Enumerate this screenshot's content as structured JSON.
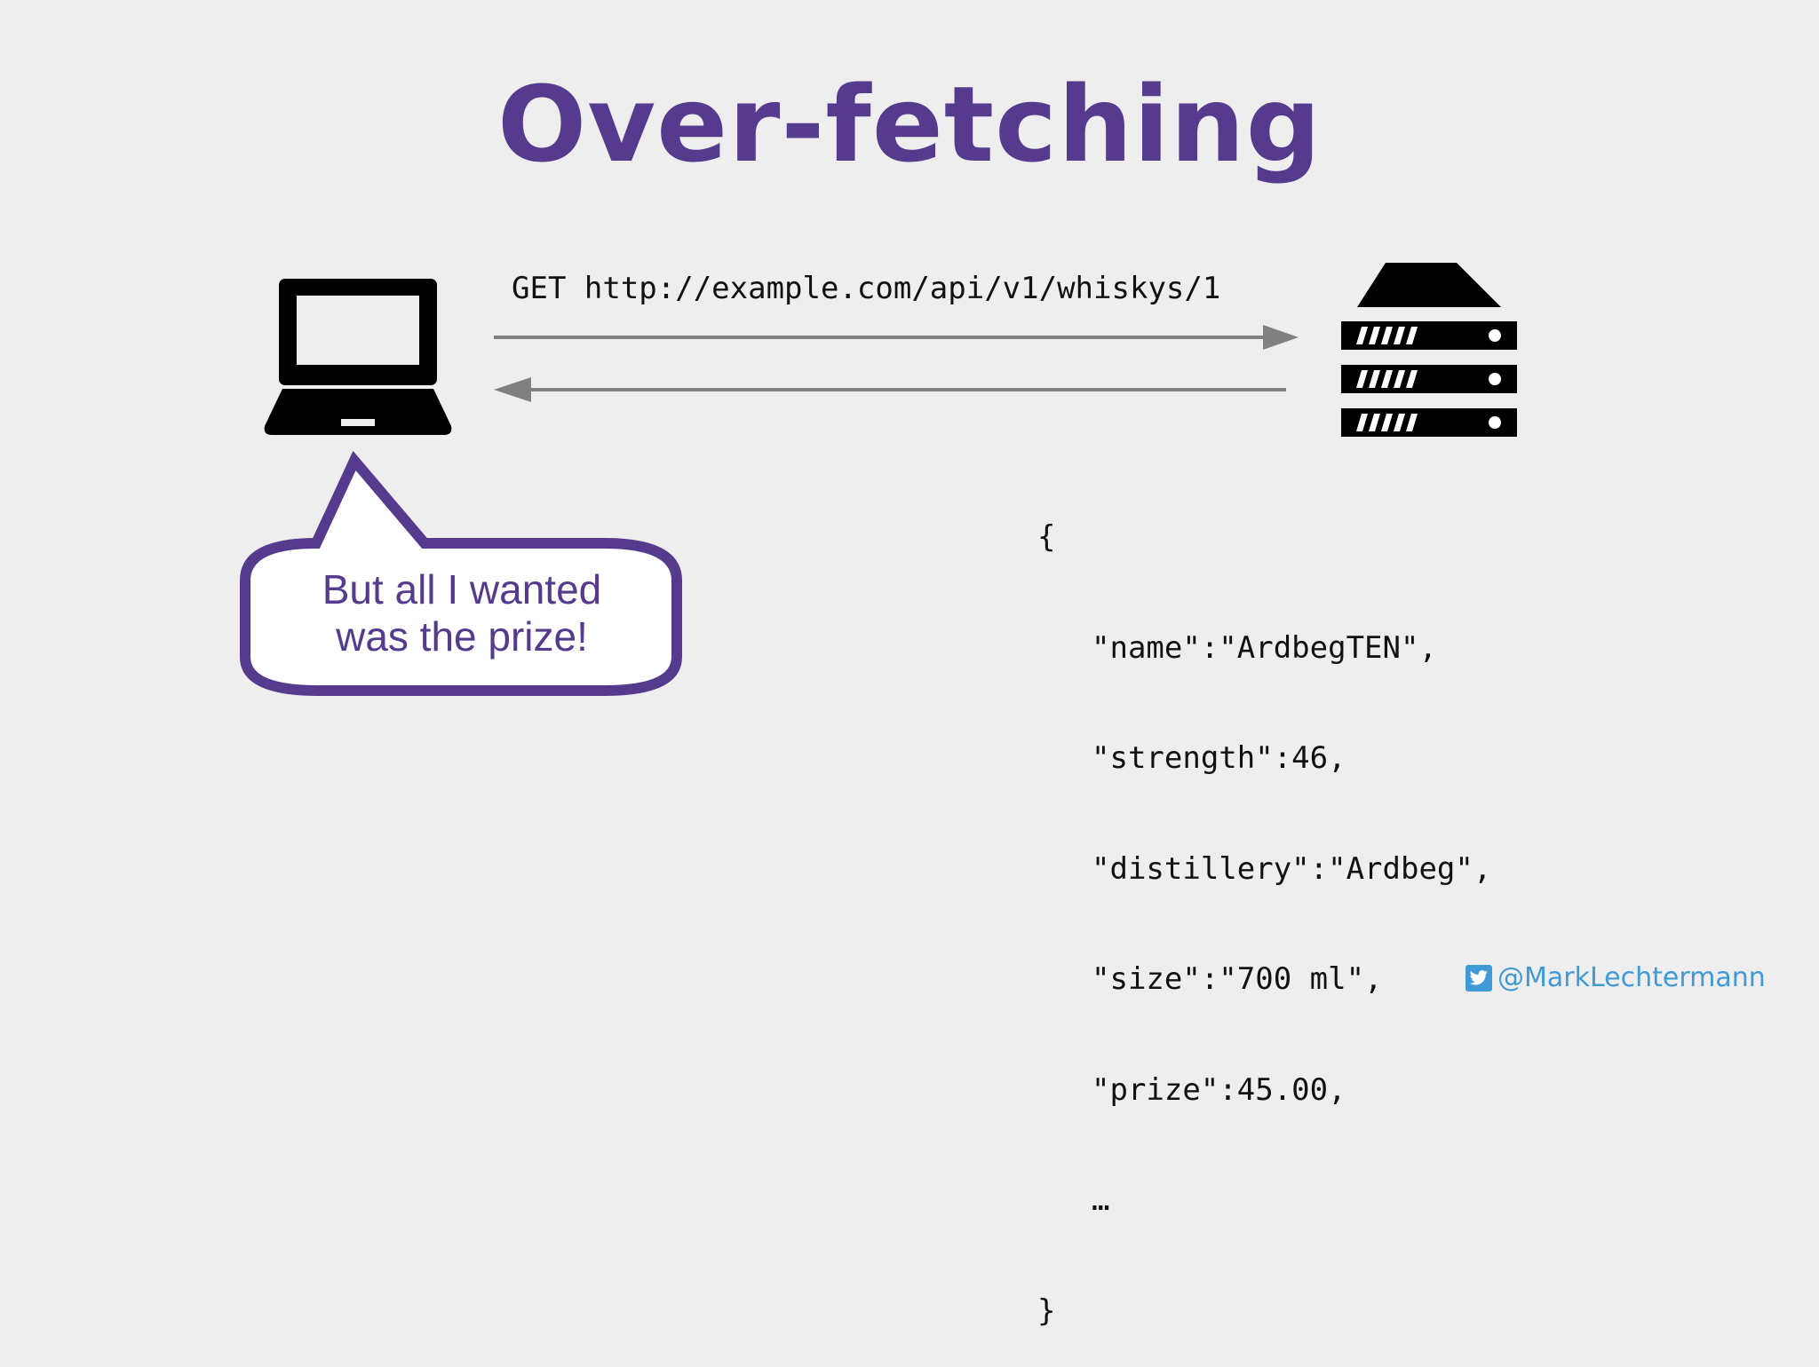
{
  "title": "Over-fetching",
  "request": {
    "text": "GET http://example.com/api/v1/whiskys/1"
  },
  "response": {
    "lines": [
      "{",
      "\"name\":\"ArdbegTEN\",",
      "\"strength\":46,",
      "\"distillery\":\"Ardbeg\",",
      "\"size\":\"700 ml\",",
      "\"prize\":45.00,",
      "…",
      "}"
    ]
  },
  "bubble": {
    "line1": "But all I wanted",
    "line2": "was the prize!"
  },
  "footer": {
    "handle": "@MarkLechtermann",
    "icon": "twitter-icon"
  },
  "colors": {
    "accent": "#553a8e",
    "arrow": "#808080",
    "link": "#3f9ad6",
    "background": "#efeeef"
  },
  "icons": [
    "laptop-icon",
    "server-icon",
    "twitter-icon"
  ]
}
